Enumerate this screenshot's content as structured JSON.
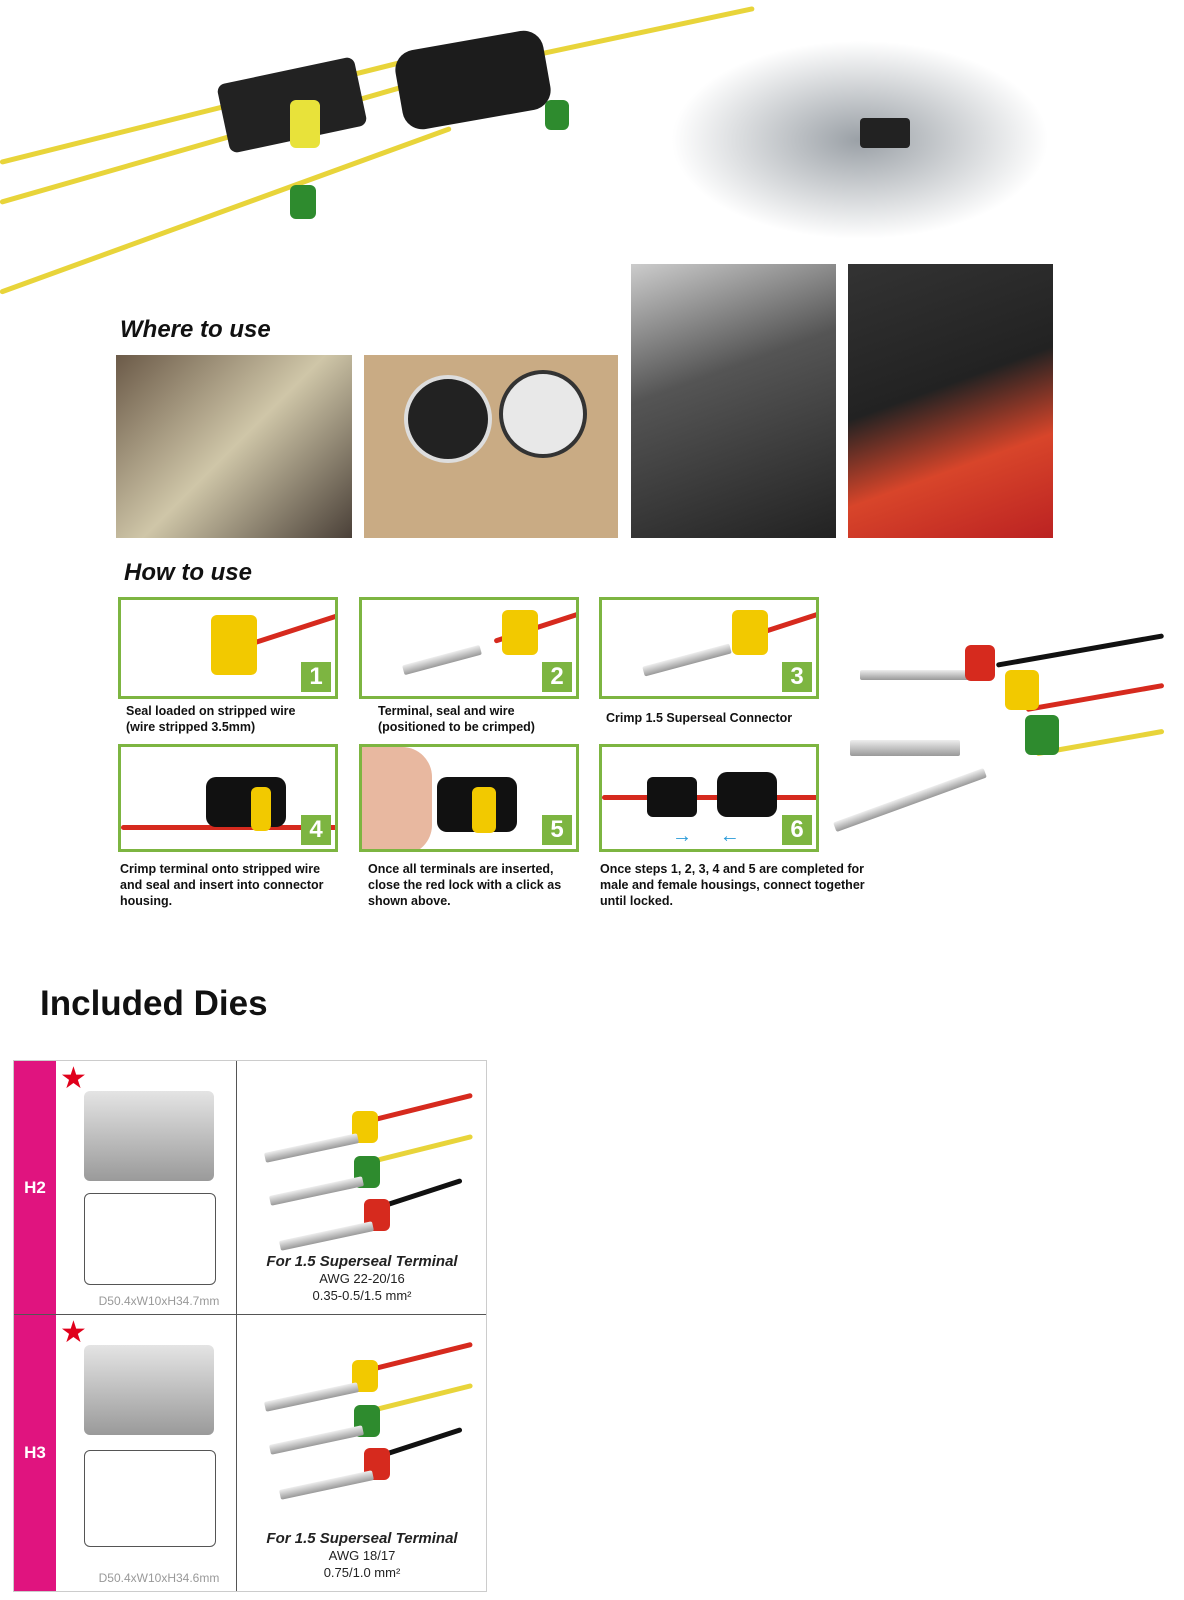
{
  "sections": {
    "where": "Where to use",
    "how": "How to use",
    "dies_title": "Included Dies"
  },
  "steps": [
    {
      "num": "1",
      "caption": "Seal loaded on stripped wire (wire stripped 3.5mm)"
    },
    {
      "num": "2",
      "caption": "Terminal, seal and wire (positioned to be crimped)"
    },
    {
      "num": "3",
      "caption": "Crimp 1.5 Superseal Connector"
    },
    {
      "num": "4",
      "caption": "Crimp terminal onto stripped wire and seal and insert into connector housing."
    },
    {
      "num": "5",
      "caption": "Once all terminals are inserted, close the red lock with a click as shown above."
    },
    {
      "num": "6",
      "caption": "Once steps 1, 2, 3, 4 and 5 are completed for male and female housings, connect together until locked."
    }
  ],
  "dies": [
    {
      "id": "H2",
      "dims": "D50.4xW10xH34.7mm",
      "title": "For 1.5 Superseal Terminal",
      "awg": "AWG 22-20/16",
      "mm2": "0.35-0.5/1.5 mm²"
    },
    {
      "id": "H3",
      "dims": "D50.4xW10xH34.6mm",
      "title": "For 1.5 Superseal Terminal",
      "awg": "AWG 18/17",
      "mm2": "0.75/1.0 mm²"
    }
  ],
  "colors": {
    "green": "#7db541",
    "magenta": "#e0147f",
    "star": "#e0001b"
  }
}
